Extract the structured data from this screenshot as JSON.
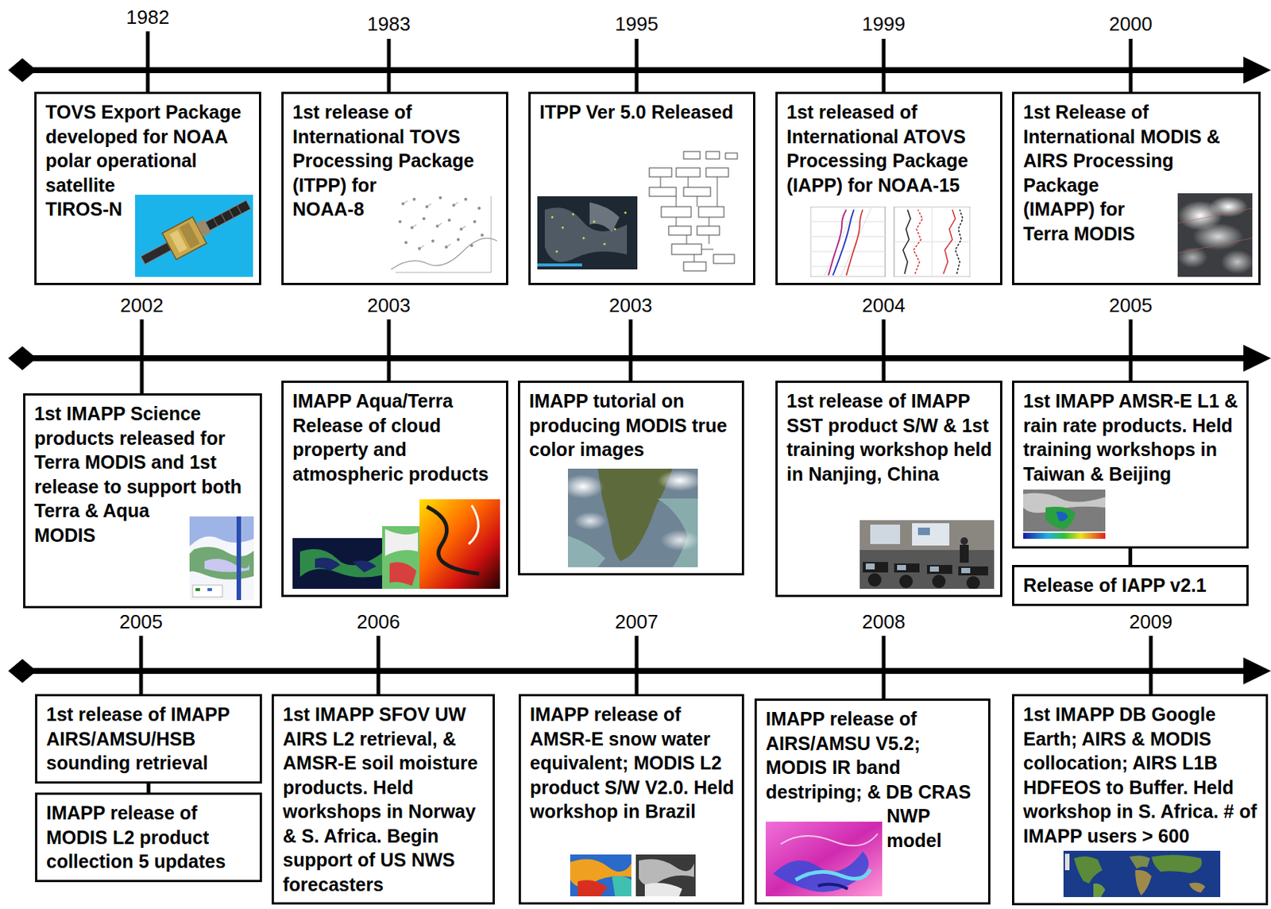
{
  "diagram": {
    "nodes": [
      {
        "text": [
          "TOVS Export Package developed for NOAA polar operational satellite TIROS-N"
        ]
      },
      {
        "text": [
          "1st release of International TOVS Processing Package (ITPP) for NOAA-8"
        ]
      },
      {
        "text": [
          "ITPP Ver 5.0 Released"
        ]
      },
      {
        "text": [
          "1st released of International ATOVS Processing Package (IAPP) for NOAA-15"
        ]
      },
      {
        "text": [
          "1st Release of International MODIS & AIRS Processing Package (IMAPP) for Terra MODIS"
        ]
      },
      {
        "text": [
          "1st IMAPP Science products released for Terra MODIS and 1st release to support both Terra & Aqua MODIS"
        ]
      },
      {
        "text": [
          "IMAPP Aqua/Terra Release of cloud property and atmospheric products"
        ]
      },
      {
        "text": [
          "IMAPP tutorial on producing MODIS true color images"
        ]
      },
      {
        "text": [
          "1st release of IMAPP SST product S/W & 1st training workshop held in Nanjing, China"
        ]
      },
      {
        "text": [
          "1st IMAPP AMSR-E L1 & rain rate products. Held training workshops in Taiwan & Beijing"
        ]
      },
      {
        "text": [
          "Release of IAPP v2.1"
        ]
      },
      {
        "text": [
          "1st release of IMAPP AIRS/AMSU/HSB sounding retrieval"
        ]
      },
      {
        "text": [
          "IMAPP release of MODIS L2 product collection 5 updates"
        ]
      },
      {
        "text": [
          "1st IMAPP SFOV UW AIRS L2 retrieval, & AMSR-E soil moisture products. Held workshops in Norway & S. Africa. Begin support of US NWS forecasters"
        ]
      },
      {
        "text": [
          "IMAPP release of AMSR-E snow water equivalent; MODIS L2 product S/W V2.0. Held workshop in Brazil"
        ]
      },
      {
        "text": [
          "IMAPP release of AIRS/AMSU V5.2; MODIS IR band destriping; & DB CRAS NWP model"
        ]
      },
      {
        "text": [
          "1st IMAPP DB Google Earth; AIRS & MODIS collocation; AIRS L1B HDFEOS to Buffer. Held workshop in S. Africa. # of IMAPP users > 600"
        ]
      }
    ],
    "edges": [
      {
        "from": 9,
        "to": 10,
        "arrow": "none"
      },
      {
        "from": 11,
        "to": 12,
        "arrow": "none"
      }
    ],
    "labels": [
      "1982",
      "1983",
      "1995",
      "1999",
      "2000",
      "2002",
      "2003",
      "2003",
      "2004",
      "2005",
      "2005",
      "2006",
      "2007",
      "2008",
      "2009"
    ]
  }
}
